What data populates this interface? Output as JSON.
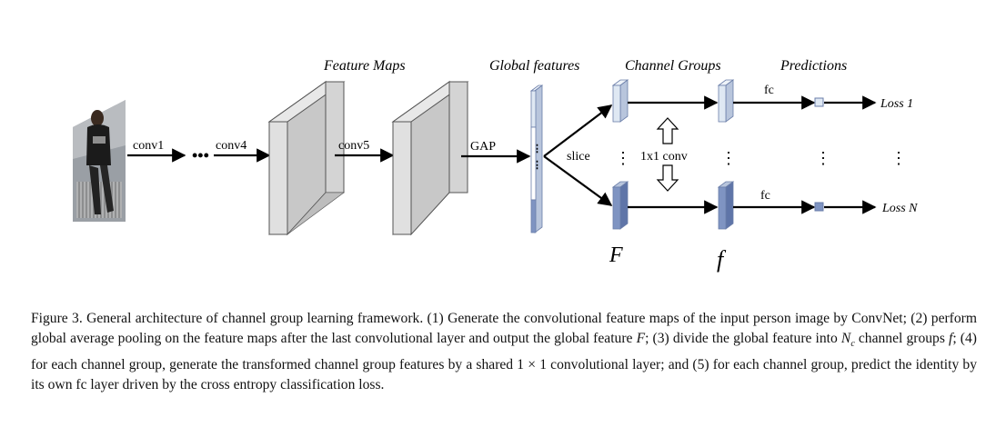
{
  "figure": {
    "header_feature_maps": "Feature Maps",
    "header_global_features": "Global features",
    "header_channel_groups": "Channel Groups",
    "header_predictions": "Predictions",
    "label_conv1": "conv1",
    "label_conv4": "conv4",
    "label_conv5": "conv5",
    "label_gap": "GAP",
    "label_slice": "slice",
    "label_1x1_conv": "1x1 conv",
    "label_fc_top": "fc",
    "label_fc_bottom": "fc",
    "label_loss_1": "Loss 1",
    "label_loss_n": "Loss N",
    "symbol_F": "F",
    "symbol_f": "f",
    "colors": {
      "block_face": "#d9d9d9",
      "block_side": "#c4c4c4",
      "block_edge": "#555555",
      "vector_light": "#dfe8f3",
      "vector_dark": "#7f94c2",
      "vector_edge": "#6a7da8"
    }
  },
  "caption": {
    "figure_label": "Figure 3.",
    "text_1": " General architecture of channel group learning framework. (1) Generate the convolutional feature maps of the input person image by ConvNet; (2) perform global average pooling on the feature maps after the last convolutional layer and output the global feature ",
    "sym_F": "F",
    "text_2": "; (3) divide the global feature into ",
    "sym_Nc_base": "N",
    "sym_Nc_sub": "c",
    "text_3": " channel groups ",
    "sym_f": "f",
    "text_4": "; (4) for each channel group, generate the transformed channel group features by a shared 1 × 1 convolutional layer; and (5) for each channel group, predict the identity by its own fc layer driven by the cross entropy classification loss."
  }
}
